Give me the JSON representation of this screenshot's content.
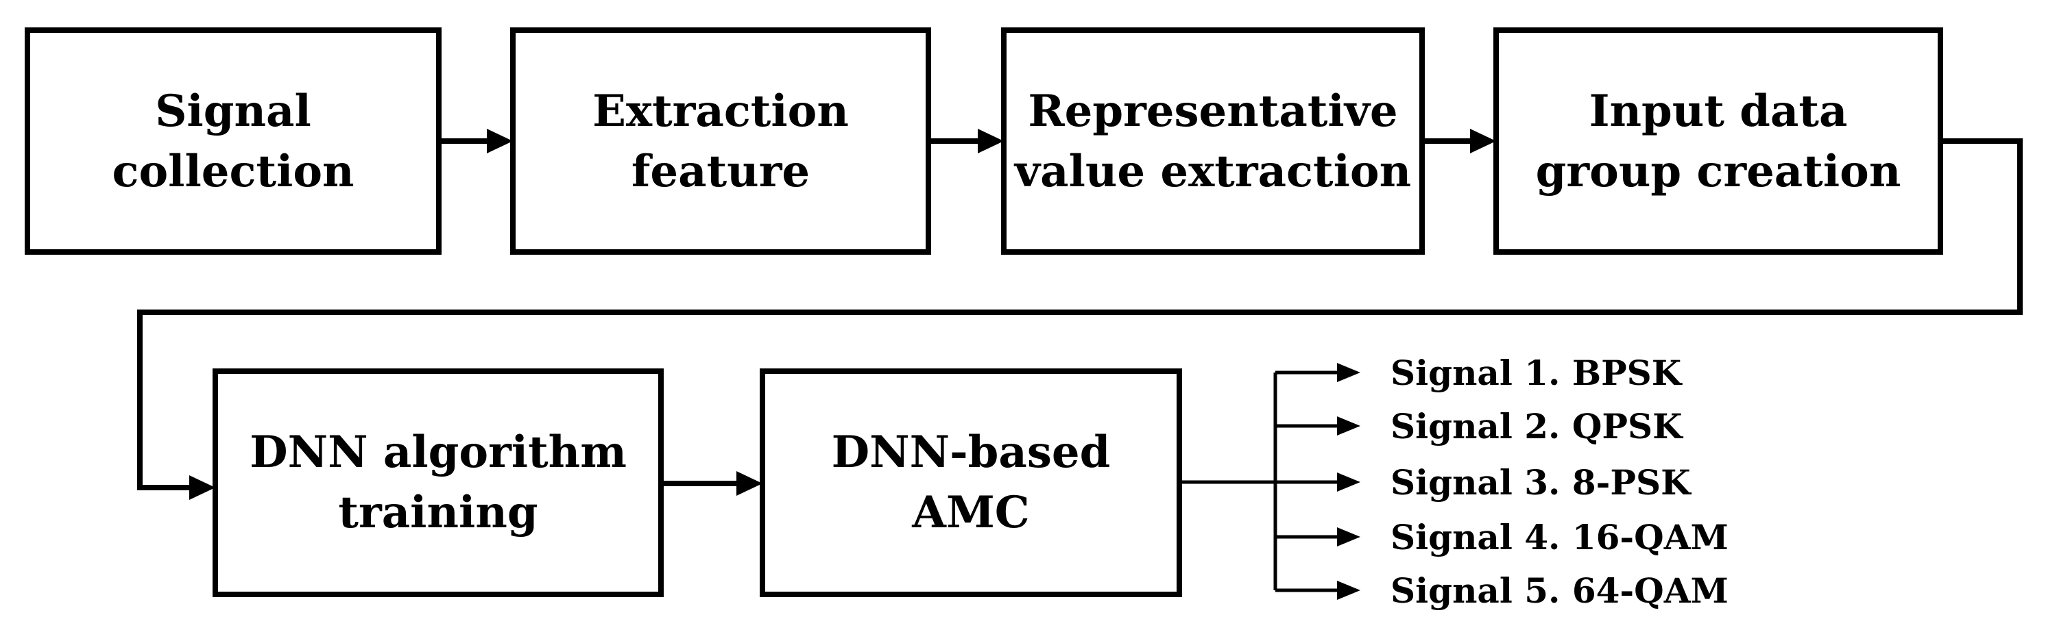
{
  "steps": [
    {
      "id": "signal-collection",
      "lines": [
        "Signal",
        "collection"
      ]
    },
    {
      "id": "extraction-feature",
      "lines": [
        "Extraction",
        "feature"
      ]
    },
    {
      "id": "representative-value-extraction",
      "lines": [
        "Representative",
        "value extraction"
      ]
    },
    {
      "id": "input-data-group-creation",
      "lines": [
        "Input data",
        "group creation"
      ]
    },
    {
      "id": "dnn-algorithm-training",
      "lines": [
        "DNN algorithm",
        "training"
      ]
    },
    {
      "id": "dnn-based-amc",
      "lines": [
        "DNN-based",
        "AMC"
      ]
    }
  ],
  "outputs": [
    "Signal 1. BPSK",
    "Signal 2. QPSK",
    "Signal 3. 8-PSK",
    "Signal 4. 16-QAM",
    "Signal 5. 64-QAM"
  ]
}
